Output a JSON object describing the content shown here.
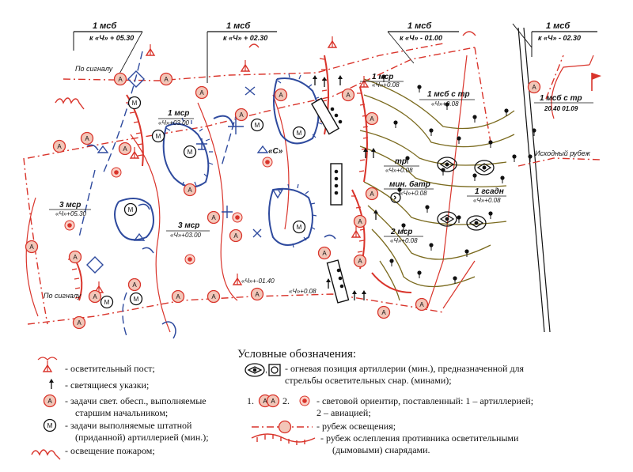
{
  "units": [
    {
      "name": "1 мсб",
      "time": "к «Ч» + 05.30"
    },
    {
      "name": "1 мсб",
      "time": "к «Ч» + 02.30"
    },
    {
      "name": "1 мсб",
      "time": "к «Ч» - 01.00"
    },
    {
      "name": "1 мсб",
      "time": "к «Ч» - 02.30"
    }
  ],
  "map_labels": {
    "po_signalu_top": "По сигналу",
    "po_signalu_bottom": "По сигналу",
    "msr1_left": "1 мср",
    "msr1_left_time": "«Ч»+03.00",
    "msr1_right": "1 мср",
    "msr1_right_time": "«Ч»+0.08",
    "msb_s_tr_mid": "1 мсб с тр",
    "msb_s_tr_mid_time": "«Ч»+0.08",
    "msb_s_tr_right": "1 мсб с тр",
    "msb_s_tr_right_time": "20.40 01.09",
    "iskhodny": "Исходный рубеж",
    "c_label": "«С»",
    "msr3_left": "3 мср",
    "msr3_left_time": "«Ч»+05.30",
    "msr3_mid": "3 мср",
    "msr3_mid_time": "«Ч»+03.00",
    "tr": "тр",
    "tr_time": "«Ч»+0.08",
    "min_batr": "мин. батр",
    "min_batr_time": "«Ч»+0.08",
    "gadn": "1 гсадн",
    "gadn_time": "«Ч»+0.08",
    "msr2": "2 мср",
    "msr2_time": "«Ч»+0.08",
    "time_m140": "«Ч»+-01.40",
    "time_008": "«Ч»+0.08"
  },
  "legend": {
    "title": "Условные обозначения:",
    "items": {
      "post": "- осветительный пост;",
      "pointers": "- светящиеся указки;",
      "tasks_a_1": "- задачи свет. обесп., выполняемые",
      "tasks_a_2": "старшим начальником;",
      "tasks_m_1": "- задачи выполняемые штатной",
      "tasks_m_2": "(приданной) артиллерией (мин.);",
      "fires": "- освещение пожаром;",
      "fire_pos_1": "- огневая позиция артиллерии (мин.), предназначенной для",
      "fire_pos_2": "стрельбы осветительных снар. (минами);",
      "num1": "1.",
      "num2": "2.",
      "landmark_1": "- световой ориентир, поставленный: 1 – артиллерией;",
      "landmark_2": "2 – авиацией;",
      "line": "- рубеж освещения;",
      "blind_1": "- рубеж ослепления противника осветительными",
      "blind_2": "(дымовыми) снарядами."
    }
  },
  "symbols": {
    "a_letter": "А",
    "m_letter": "М"
  },
  "colors": {
    "red": "#d9342b",
    "blue": "#2e4a9e",
    "olive": "#7a6a1e",
    "black": "#111111"
  }
}
